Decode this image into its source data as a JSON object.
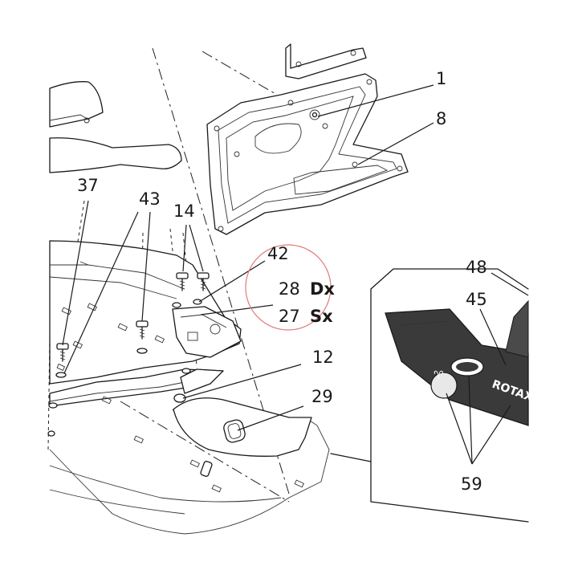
{
  "callouts": {
    "c1": "1",
    "c8": "8",
    "c37": "37",
    "c43": "43",
    "c14": "14",
    "c42": "42",
    "c28_num": "28",
    "c28_side": "Dx",
    "c27_num": "27",
    "c27_side": "Sx",
    "c12": "12",
    "c29": "29",
    "c48": "48",
    "c45": "45",
    "c59": "59"
  },
  "decal_text": "ROTAX VIRO",
  "colors": {
    "line": "#1a1a1a",
    "highlight_circle": "#e07a7a",
    "decal_fill": "#3a3a3a"
  }
}
